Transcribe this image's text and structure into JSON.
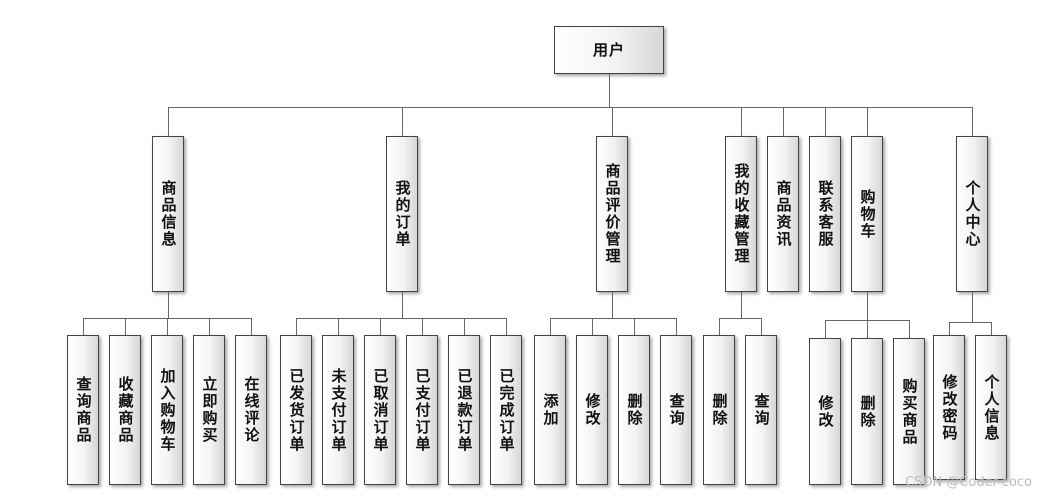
{
  "root": {
    "label": "用户"
  },
  "level1": [
    {
      "label": "商品信息",
      "children": [
        "查询商品",
        "收藏商品",
        "加入购物车",
        "立即购买",
        "在线评论"
      ]
    },
    {
      "label": "我的订单",
      "children": [
        "已发货订单",
        "未支付订单",
        "已取消订单",
        "已支付订单",
        "已退款订单",
        "已完成订单"
      ]
    },
    {
      "label": "商品评价管理",
      "children": [
        "添加",
        "修改",
        "删除",
        "查询"
      ]
    },
    {
      "label": "我的收藏管理",
      "children": [
        "删除",
        "查询"
      ]
    },
    {
      "label": "商品资讯",
      "children": []
    },
    {
      "label": "联系客服",
      "children": []
    },
    {
      "label": "购物车",
      "children": [
        "修改",
        "删除",
        "购买商品"
      ]
    },
    {
      "label": "个人中心",
      "children": [
        "修改密码",
        "个人信息"
      ]
    }
  ],
  "watermark": "CSDN @Coder-coco"
}
